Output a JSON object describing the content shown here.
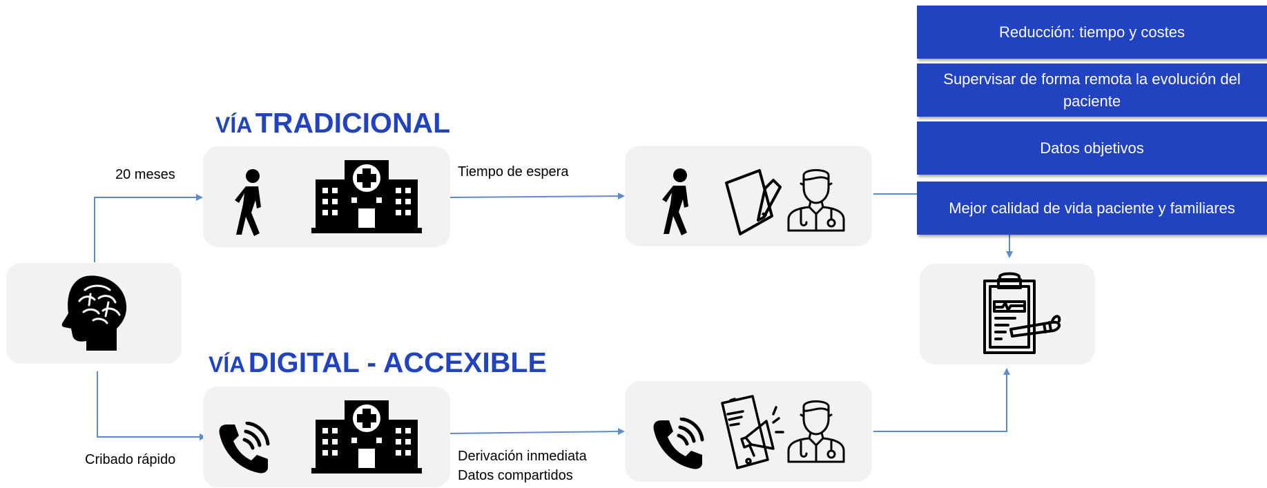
{
  "headings": {
    "traditional": {
      "prefix": "VÍA",
      "title": "TRADICIONAL"
    },
    "digital": {
      "prefix": "VÍA",
      "title": "DIGITAL - ACCEXIBLE"
    }
  },
  "labels": {
    "traditional_time": "20 meses",
    "waiting_time": "Tiempo de espera",
    "quick_screening": "Cribado rápido",
    "immediate_referral": "Derivación inmediata",
    "shared_data": "Datos compartidos"
  },
  "benefits": [
    "Reducción: tiempo y costes",
    "Supervisar de forma remota la evolución del paciente",
    "Datos objetivos",
    "Mejor calidad de vida paciente y familiares"
  ],
  "colors": {
    "accent": "#2143c2",
    "arrow": "#5b8bc9",
    "card": "#f2f2f2"
  },
  "icons": [
    "brain-head-icon",
    "walking-person-icon",
    "hospital-icon",
    "notepad-icon",
    "doctor-icon",
    "phone-call-icon",
    "mobile-megaphone-icon",
    "clipboard-report-icon"
  ]
}
